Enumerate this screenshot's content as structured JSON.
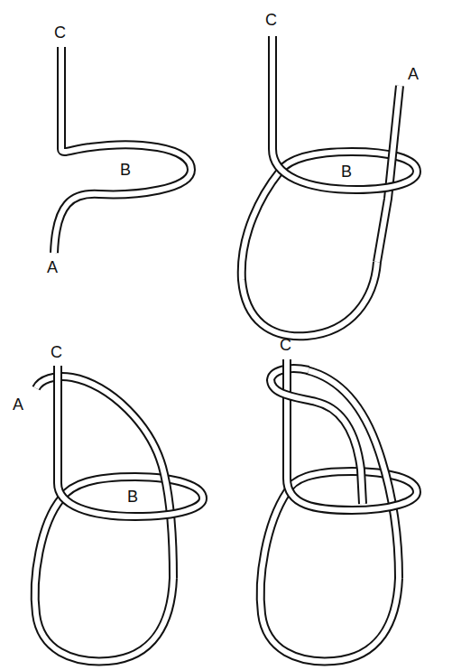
{
  "diagram": {
    "labels": [
      "C",
      "B",
      "A",
      "C",
      "A",
      "B",
      "C",
      "A",
      "B",
      "C"
    ]
  }
}
